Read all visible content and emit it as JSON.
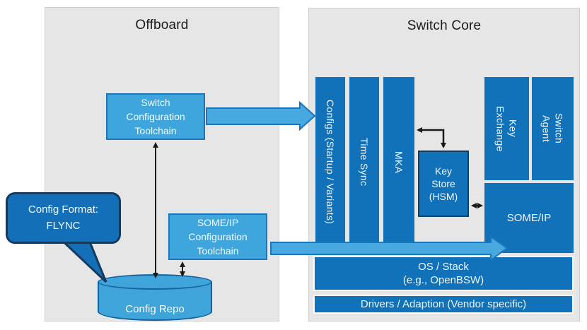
{
  "offboard": {
    "title": "Offboard",
    "switch_config_toolchain": "Switch\nConfiguration\nToolchain",
    "someip_config_toolchain": "SOME/IP\nConfiguration\nToolchain",
    "config_repo": "Config Repo",
    "bubble": "Config Format:\nFLYNC"
  },
  "switch_core": {
    "title": "Switch Core",
    "configs": "Configs (Startup / Variants)",
    "time_sync": "Time Sync",
    "mka": "MKA",
    "key_store": "Key\nStore\n(HSM)",
    "key_exchange": "Key\nExchange",
    "switch_agent": "Switch\nAgent",
    "someip": "SOME/IP",
    "os_stack": "OS / Stack\n(e.g., OpenBSW)",
    "drivers": "Drivers / Adaption (Vendor specific)"
  },
  "colors": {
    "light_blue_fill": "#3ea6dc",
    "light_blue_border": "#1b76bc",
    "dark_blue_fill": "#1272b9",
    "bubble_fill": "#1370b8",
    "bubble_border": "#143a5f",
    "panel_gray": "#e7e6e6",
    "arrow_black": "#1a1a1a"
  }
}
